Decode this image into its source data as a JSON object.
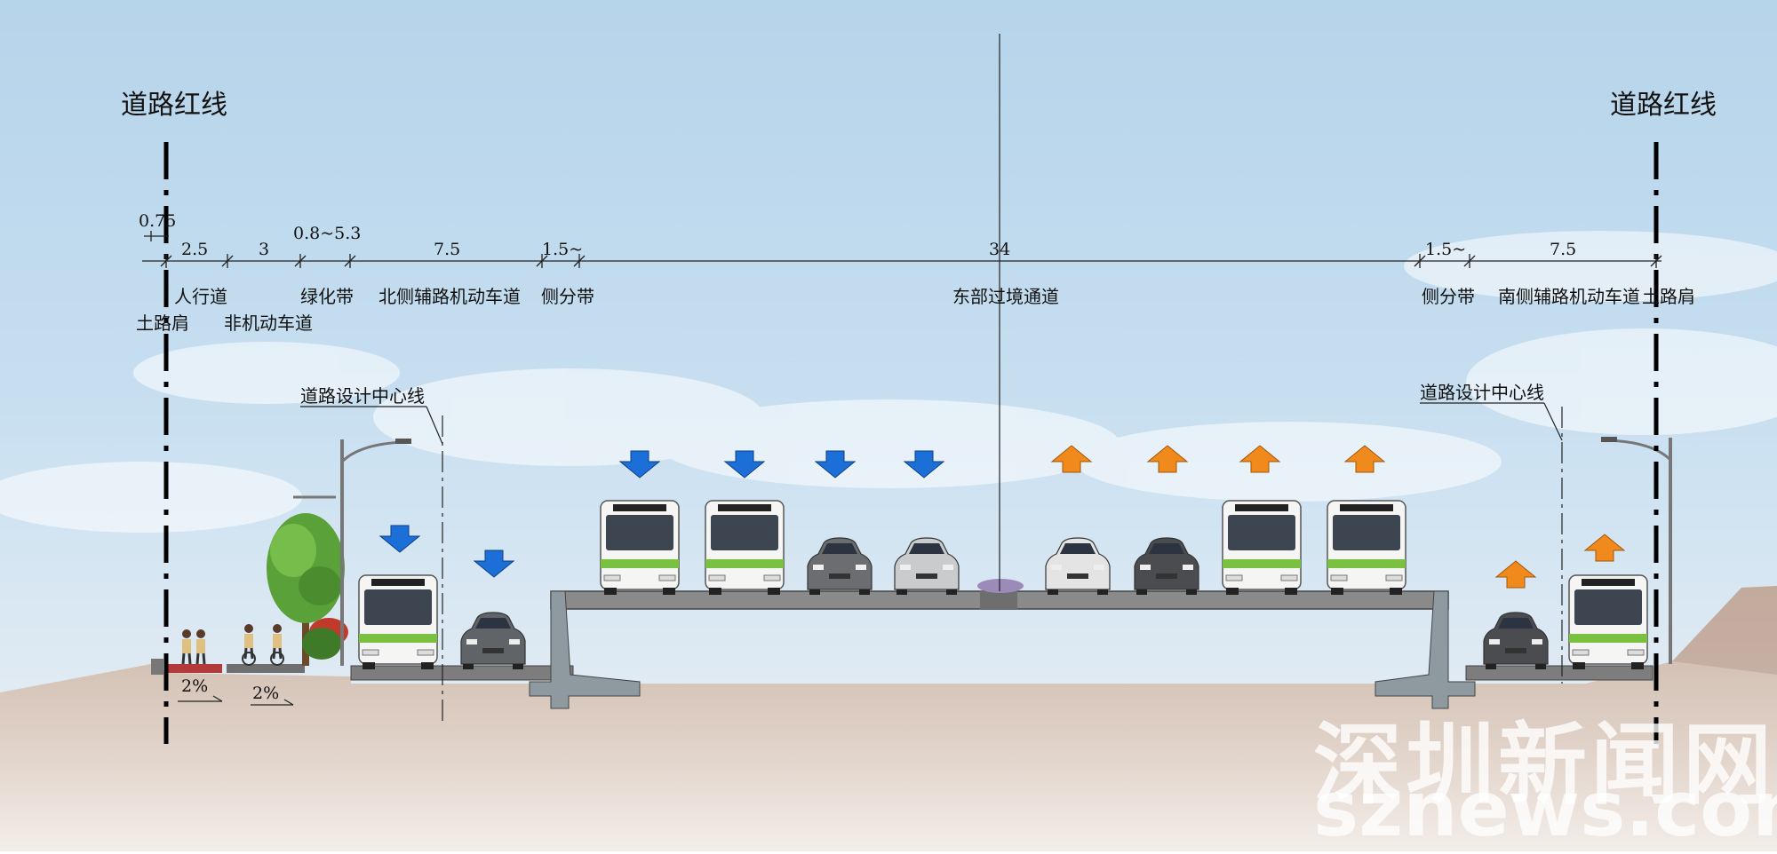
{
  "labels": {
    "red_line_left": "道路红线",
    "red_line_right": "道路红线",
    "dim_075": "0.75",
    "dim_25": "2.5",
    "dim_3": "3",
    "dim_08_53": "0.8~5.3",
    "dim_75_left": "7.5",
    "dim_15_left": "1.5~",
    "dim_34": "34",
    "dim_15_right": "1.5~",
    "dim_75_right": "7.5",
    "sidewalk": "人行道",
    "earth_shoulder_left": "土路肩",
    "non_motor_lane": "非机动车道",
    "green_belt": "绿化带",
    "north_aux_lane": "北侧辅路机动车道",
    "side_divider_left": "侧分带",
    "east_transit_channel": "东部过境通道",
    "side_divider_right": "侧分带",
    "south_aux_lane": "南侧辅路机动车道",
    "earth_shoulder_right": "土路肩",
    "centerline_left": "道路设计中心线",
    "centerline_right": "道路设计中心线",
    "slope_1": "2%",
    "slope_2": "2%"
  },
  "watermark": {
    "chinese": "深圳新闻网",
    "latin": "sznews.com"
  },
  "colors": {
    "sky_top": "#b9d6ea",
    "ground": "#d2bcad",
    "concrete": "#8c8c8c",
    "arrow_westbound": "#1c6fd6",
    "arrow_eastbound": "#f08a1c",
    "bus_stripe": "#7ac142"
  }
}
